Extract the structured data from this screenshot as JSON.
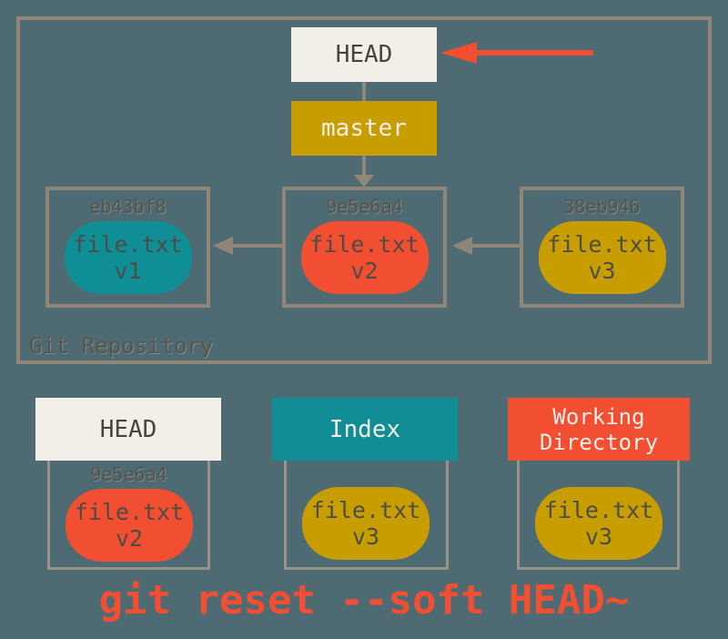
{
  "diagram": {
    "caption": "git reset --soft HEAD~",
    "repository": {
      "label": "Git Repository",
      "head_label": "HEAD",
      "branch_label": "master",
      "commits": [
        {
          "hash": "eb43bf8",
          "file": "file.txt",
          "version": "v1",
          "blob_color": "#108e96"
        },
        {
          "hash": "9e5e6a4",
          "file": "file.txt",
          "version": "v2",
          "blob_color": "#f24e31"
        },
        {
          "hash": "38eb946",
          "file": "file.txt",
          "version": "v3",
          "blob_color": "#c79d00"
        }
      ]
    },
    "areas": [
      {
        "title": "HEAD",
        "hash": "9e5e6a4",
        "file": "file.txt",
        "version": "v2",
        "header_color": "#f1efe7",
        "blob_color": "#f24e31"
      },
      {
        "title": "Index",
        "file": "file.txt",
        "version": "v3",
        "header_color": "#118d96",
        "blob_color": "#c79d00"
      },
      {
        "title": "Working Directory",
        "file": "file.txt",
        "version": "v3",
        "header_color": "#f24e31",
        "blob_color": "#c79d00"
      }
    ],
    "colors": {
      "background": "#4e6a72",
      "box_border": "#8f8678",
      "cream": "#f1efe7",
      "gold": "#c79d00",
      "teal": "#118d96",
      "red": "#f24e31",
      "dark_text": "#48443b",
      "muted_text": "#57524a"
    }
  }
}
